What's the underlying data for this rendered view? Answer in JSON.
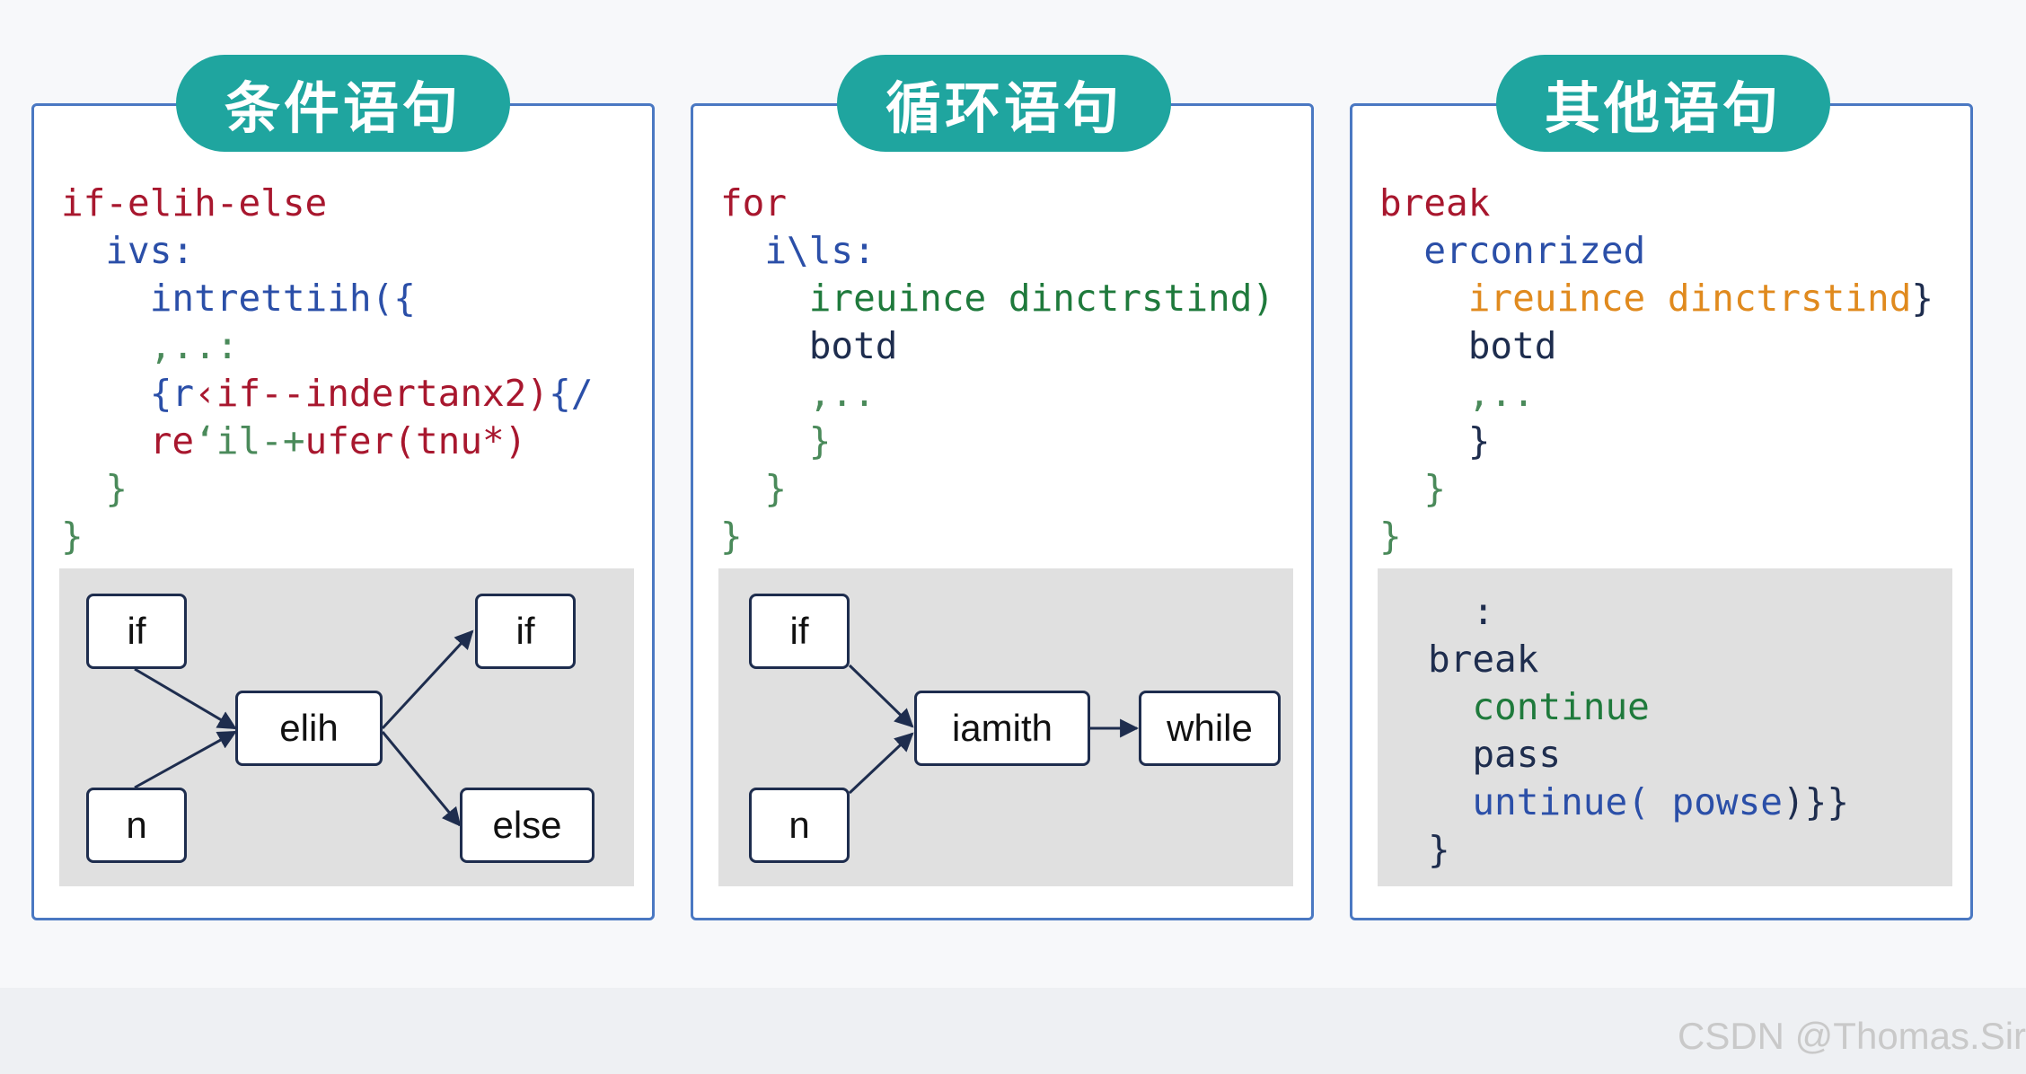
{
  "colors": {
    "panel_border": "#4a78c2",
    "pill_background": "#1fa59f",
    "pill_text": "#ffffff",
    "code_red": "#a8172e",
    "code_blue": "#2b4fa8",
    "code_green": "#1f7a3c",
    "code_navy": "#1e2d4e",
    "code_orange": "#e08a1e",
    "code_brace": "#4a8a5a",
    "diagram_background": "#e0e0e0",
    "node_border": "#1e2d4e"
  },
  "panels": [
    {
      "title": "条件语句",
      "code_lines": [
        [
          {
            "t": "if-elih-else",
            "c": "red"
          }
        ],
        [
          {
            "t": "  ivs:",
            "c": "blue"
          }
        ],
        [
          {
            "t": "    intrettiih({",
            "c": "blue"
          }
        ],
        [
          {
            "t": "    ,..:",
            "c": "brace"
          }
        ],
        [
          {
            "t": "    {r",
            "c": "blue"
          },
          {
            "t": "‹if--indertanx2)",
            "c": "red"
          },
          {
            "t": "{/",
            "c": "blue"
          }
        ],
        [
          {
            "t": "    re",
            "c": "red"
          },
          {
            "t": "ʻil-+",
            "c": "brace"
          },
          {
            "t": "ufer(tnu*)",
            "c": "red"
          }
        ],
        [
          {
            "t": "  }",
            "c": "brace"
          }
        ],
        [
          {
            "t": "}",
            "c": "brace"
          }
        ]
      ],
      "nodes": [
        "if",
        "n",
        "elih",
        "if",
        "else"
      ]
    },
    {
      "title": "循环语句",
      "code_lines": [
        [
          {
            "t": "for",
            "c": "red"
          }
        ],
        [
          {
            "t": "  i\\ls:",
            "c": "blue"
          }
        ],
        [
          {
            "t": "    ireuince dinctrstind)",
            "c": "green"
          }
        ],
        [
          {
            "t": "    botd",
            "c": "navy"
          }
        ],
        [
          {
            "t": "    ,..",
            "c": "brace"
          }
        ],
        [
          {
            "t": "    }",
            "c": "brace"
          }
        ],
        [
          {
            "t": "  }",
            "c": "brace"
          }
        ],
        [
          {
            "t": "}",
            "c": "brace"
          }
        ]
      ],
      "nodes": [
        "if",
        "n",
        "iamith",
        "while"
      ]
    },
    {
      "title": "其他语句",
      "code_lines": [
        [
          {
            "t": "break",
            "c": "red"
          }
        ],
        [
          {
            "t": "  erconrized",
            "c": "blue"
          }
        ],
        [
          {
            "t": "    ireuince dinctrstind",
            "c": "orange"
          },
          {
            "t": "}",
            "c": "navy"
          }
        ],
        [
          {
            "t": "    botd",
            "c": "navy"
          }
        ],
        [
          {
            "t": "    ,..",
            "c": "brace"
          }
        ],
        [
          {
            "t": "    }",
            "c": "navy"
          }
        ],
        [
          {
            "t": "  }",
            "c": "brace"
          }
        ],
        [
          {
            "t": "}",
            "c": "brace"
          }
        ]
      ],
      "box_lines": [
        [
          {
            "t": "  :",
            "c": "navy"
          }
        ],
        [
          {
            "t": "break",
            "c": "navy"
          }
        ],
        [
          {
            "t": "  continue",
            "c": "green"
          }
        ],
        [
          {
            "t": "  pass",
            "c": "navy"
          }
        ],
        [
          {
            "t": "  untinue(",
            "c": "blue"
          },
          {
            "t": " powse",
            "c": "blue"
          },
          {
            "t": ")}}",
            "c": "navy"
          }
        ],
        [
          {
            "t": "}",
            "c": "navy"
          }
        ]
      ]
    }
  ],
  "watermark": "CSDN @Thomas.Sir"
}
